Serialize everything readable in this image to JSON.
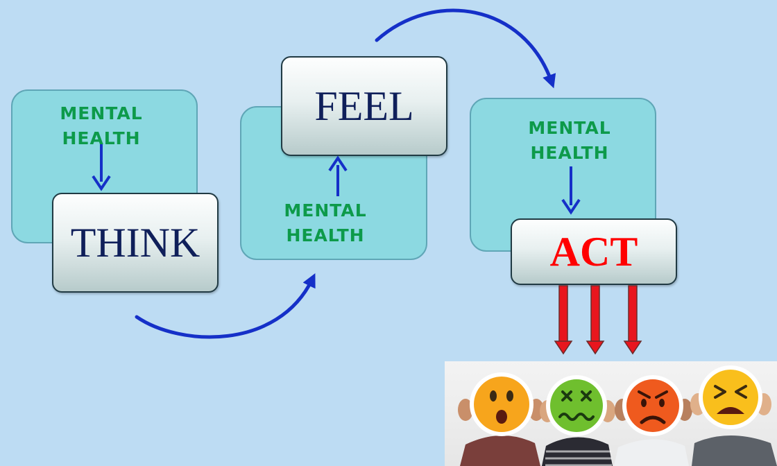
{
  "steps": {
    "think": {
      "label": "THINK",
      "source": "MENTAL HEALTH"
    },
    "feel": {
      "label": "FEEL",
      "source": "MENTAL HEALTH"
    },
    "act": {
      "label": "ACT",
      "source": "MENTAL HEALTH"
    }
  },
  "photo": {
    "faces": [
      "surprised-emoji-icon",
      "sick-emoji-icon",
      "angry-emoji-icon",
      "frustrated-emoji-icon"
    ]
  },
  "colors": {
    "background": "#bddcf3",
    "teal_box": "#8cd9e1",
    "mental_health_text": "#0d9a4a",
    "step_text": "#0f1f5a",
    "act_text": "#ff0000",
    "flow_arrow": "#1530c8",
    "output_arrow": "#e8161e"
  }
}
